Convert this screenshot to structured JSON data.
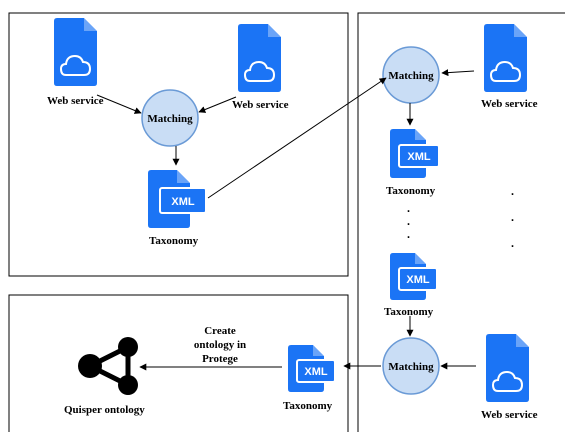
{
  "colors": {
    "icon_blue": "#1b74f5",
    "matching_fill": "#c9ddf5",
    "matching_stroke": "#6a9ad6",
    "line": "#000000"
  },
  "labels": {
    "web_service": "Web service",
    "matching": "Matching",
    "taxonomy": "Taxonomy",
    "xml": "XML",
    "create_line1": "Create",
    "create_line2": "ontology in",
    "create_line3": "Protege",
    "quisper_ontology": "Quisper ontology",
    "dot": "."
  },
  "icons": {
    "web_service": "cloud-document-icon",
    "taxonomy": "xml-document-icon",
    "ontology": "share-nodes-icon"
  }
}
